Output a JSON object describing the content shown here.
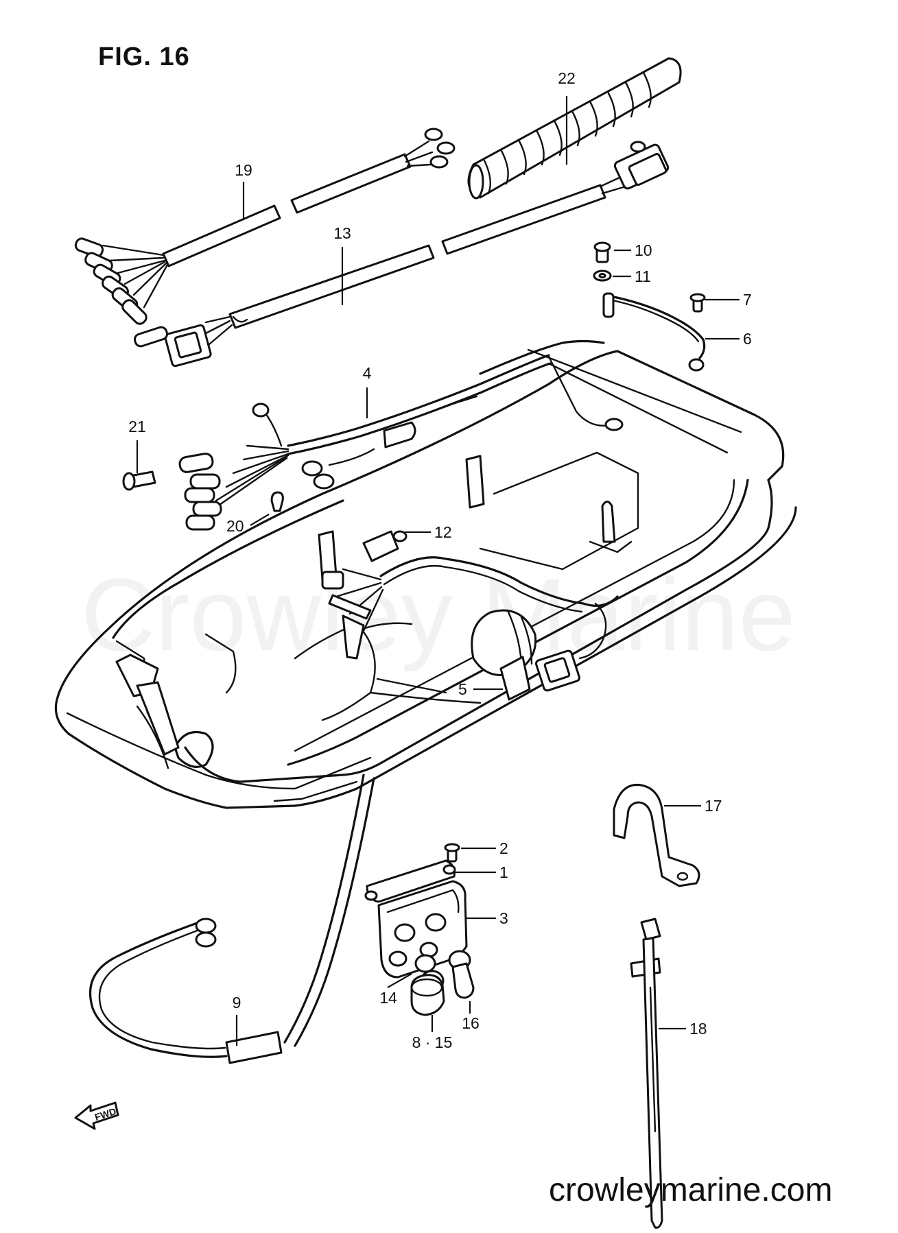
{
  "figure": {
    "title": "FIG. 16"
  },
  "watermark": "Crowley Marine",
  "site": "crowleymarine.com",
  "direction_label": "FWD",
  "callouts": [
    {
      "id": "22",
      "label": "22"
    },
    {
      "id": "19",
      "label": "19"
    },
    {
      "id": "13",
      "label": "13"
    },
    {
      "id": "10",
      "label": "10"
    },
    {
      "id": "11",
      "label": "11"
    },
    {
      "id": "7",
      "label": "7"
    },
    {
      "id": "6",
      "label": "6"
    },
    {
      "id": "4",
      "label": "4"
    },
    {
      "id": "21",
      "label": "21"
    },
    {
      "id": "20",
      "label": "20"
    },
    {
      "id": "12",
      "label": "12"
    },
    {
      "id": "5",
      "label": "5"
    },
    {
      "id": "17",
      "label": "17"
    },
    {
      "id": "2",
      "label": "2"
    },
    {
      "id": "1",
      "label": "1"
    },
    {
      "id": "3",
      "label": "3"
    },
    {
      "id": "9",
      "label": "9"
    },
    {
      "id": "14",
      "label": "14"
    },
    {
      "id": "16",
      "label": "16"
    },
    {
      "id": "8-15",
      "label": "8 · 15"
    },
    {
      "id": "18",
      "label": "18"
    }
  ]
}
